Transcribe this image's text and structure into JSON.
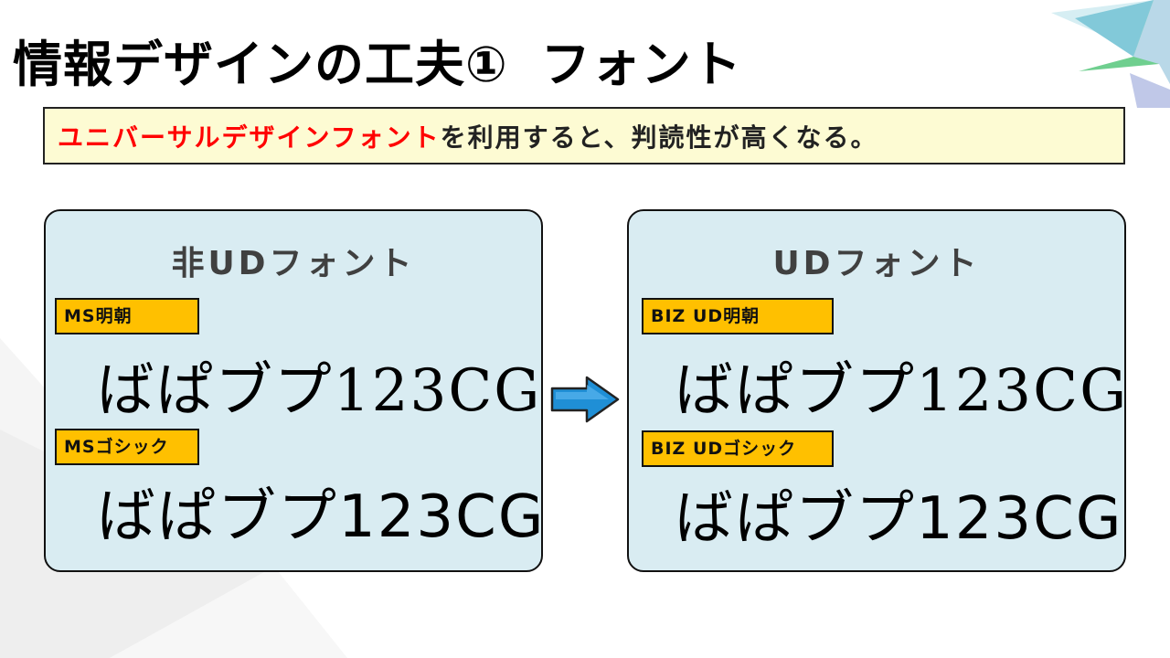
{
  "slide": {
    "title_main": "情報デザインの工夫①",
    "title_sub": "フォント"
  },
  "callout": {
    "highlight": "ユニバーサルデザインフォント",
    "rest": "を利用すると、判読性が高くなる。"
  },
  "panels": {
    "left": {
      "heading": "非UDフォント",
      "font1_label": "MS明朝",
      "font2_label": "MSゴシック",
      "sample_text": "ばぱブプ123CG"
    },
    "right": {
      "heading": "UDフォント",
      "font1_label": "BIZ UD明朝",
      "font2_label": "BIZ UDゴシック",
      "sample_text": "ばぱブプ123CG"
    }
  },
  "icons": {
    "arrow": "right-arrow-icon"
  },
  "colors": {
    "highlight_red": "#ff0000",
    "callout_bg": "#fdfbd3",
    "panel_bg": "#d9ecf2",
    "tag_bg": "#ffc000",
    "arrow_blue": "#1f8fd6"
  }
}
